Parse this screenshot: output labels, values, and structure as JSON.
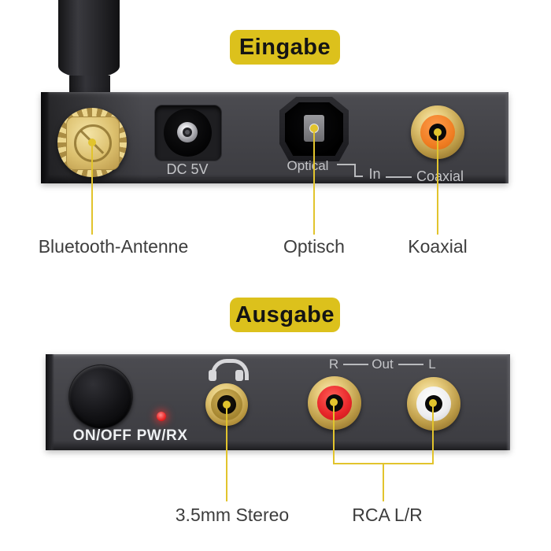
{
  "colors": {
    "badge_bg": "#dcc11c",
    "callout_line": "#e2c42d",
    "panel_gray": "#434348",
    "coaxial_orange": "#f07e23",
    "rca_red": "#e8262a",
    "rca_white": "#ededef",
    "led_red": "#e92424",
    "gold": "#dcc06e",
    "label_text": "#3d3d3d",
    "panel_label_text": "#c3c4c7"
  },
  "icons": {
    "headphones_icon": "headphones"
  },
  "input_section": {
    "badge_label": "Eingabe",
    "panel_labels": {
      "dc": "DC 5V",
      "optical": "Optical",
      "in": "In",
      "coaxial": "Coaxial"
    },
    "callout_labels": {
      "antenna": "Bluetooth-Antenne",
      "optical": "Optisch",
      "coaxial": "Koaxial"
    }
  },
  "output_section": {
    "badge_label": "Ausgabe",
    "panel_labels": {
      "power": "ON/OFF",
      "led": "PW/RX",
      "right": "R",
      "out": "Out",
      "left": "L"
    },
    "callout_labels": {
      "jack": "3.5mm Stereo",
      "rca": "RCA L/R"
    }
  }
}
